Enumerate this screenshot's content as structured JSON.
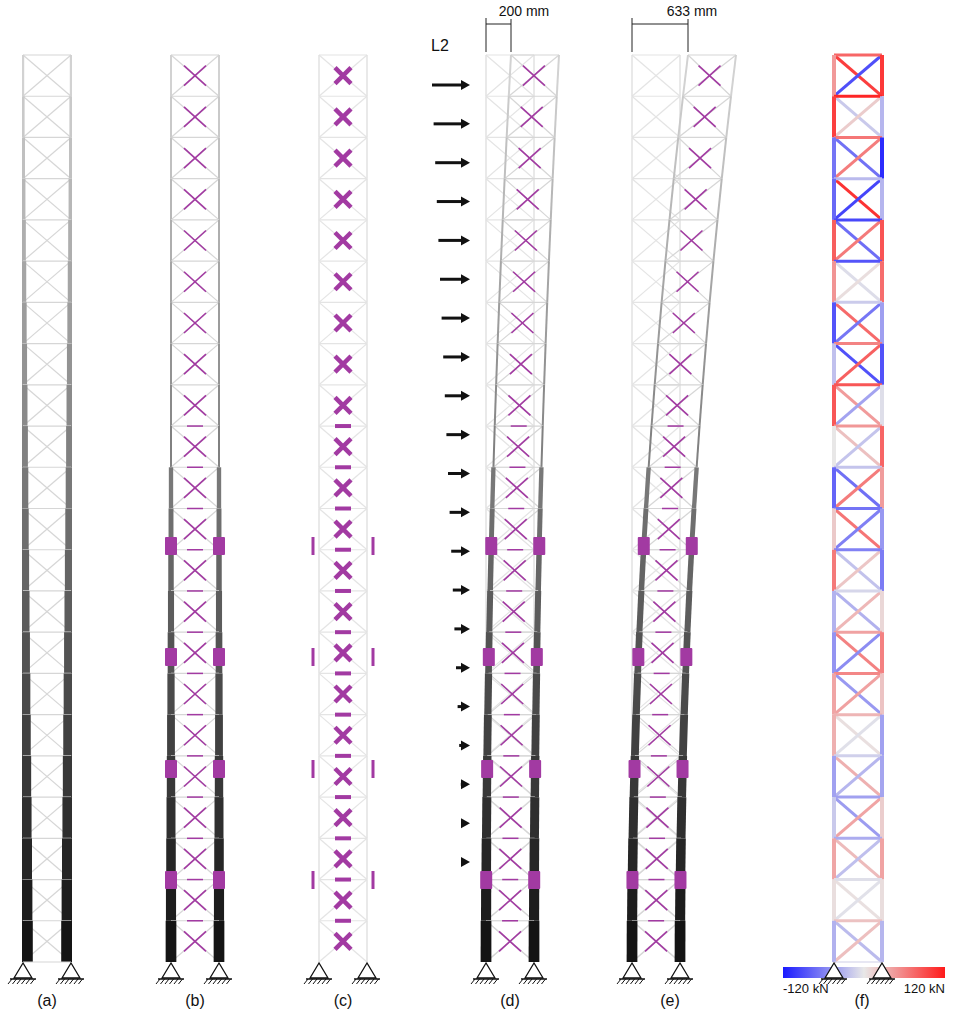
{
  "diagram": {
    "labels": [
      "L2",
      "200 mm",
      "633 mm",
      "-120 kN",
      "120 kN",
      "(a)",
      "(b)",
      "(c)",
      "(d)",
      "(e)",
      "(f)"
    ]
  }
}
